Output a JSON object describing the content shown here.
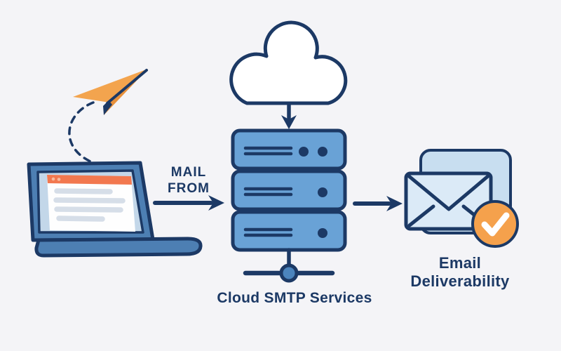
{
  "labels": {
    "mail_from": {
      "line1": "MAIL",
      "line2": "FROM"
    },
    "server_caption": "Cloud SMTP Services",
    "result": {
      "line1": "Email",
      "line2": "Deliverability"
    }
  },
  "colors": {
    "background": "#f4f4f7",
    "navy": "#1c3965",
    "server_blue": "#69a2d6",
    "node_blue": "#4b84bd",
    "laptop_blue": "#4d7fb3",
    "screen_blue": "#c3d7e9",
    "doc_white": "#fefefe",
    "coral": "#f2784f",
    "coral_light": "#f8bb9e",
    "line_gray": "#d6dee8",
    "card_blue": "#c8def0",
    "envelope_blue": "#dbeaf7",
    "badge_orange": "#f5a14c",
    "plane_orange": "#f3a44e",
    "plane_shadow": "#e8913c",
    "white": "#ffffff"
  },
  "icons": [
    "paper-plane-icon",
    "laptop-icon",
    "cloud-icon",
    "server-stack-icon",
    "network-node-icon",
    "envelope-icon",
    "check-badge-icon",
    "mail-from-arrow-icon",
    "cloud-ingress-arrow-icon",
    "delivery-arrow-icon",
    "flight-path-dashes"
  ]
}
